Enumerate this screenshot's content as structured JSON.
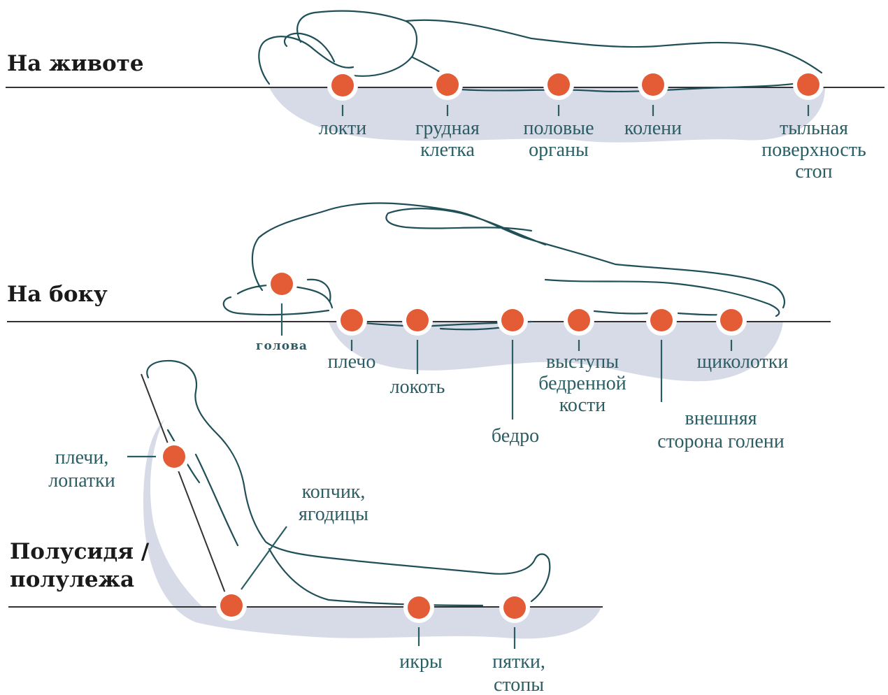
{
  "positions": [
    {
      "heading": [
        "На животе"
      ],
      "points": [
        {
          "label": [
            "локти"
          ]
        },
        {
          "label": [
            "грудная",
            "клетка"
          ]
        },
        {
          "label": [
            "половые",
            "органы"
          ]
        },
        {
          "label": [
            "колени"
          ]
        },
        {
          "label": [
            "тыльная",
            "поверхность",
            "стоп"
          ]
        }
      ]
    },
    {
      "heading": [
        "На боку"
      ],
      "points": [
        {
          "label": [
            "голова"
          ]
        },
        {
          "label": [
            "плечо"
          ]
        },
        {
          "label": [
            "локоть"
          ]
        },
        {
          "label": [
            "бедро"
          ]
        },
        {
          "label": [
            "выступы",
            "бедренной",
            "кости"
          ]
        },
        {
          "label": [
            "внешняя",
            "сторона голени"
          ]
        },
        {
          "label": [
            "щиколотки"
          ]
        }
      ]
    },
    {
      "heading": [
        "Полусидя /",
        "полулежа"
      ],
      "points": [
        {
          "label": [
            "плечи,",
            "лопатки"
          ]
        },
        {
          "label": [
            "копчик,",
            "ягодицы"
          ]
        },
        {
          "label": [
            "икры"
          ]
        },
        {
          "label": [
            "пятки,",
            "стопы"
          ]
        }
      ]
    }
  ],
  "colors": {
    "pressure_point": "#e35c35",
    "label_text": "#2a5e64",
    "outline": "#1f4f57",
    "contact_shadow": "#d7dbe7"
  }
}
